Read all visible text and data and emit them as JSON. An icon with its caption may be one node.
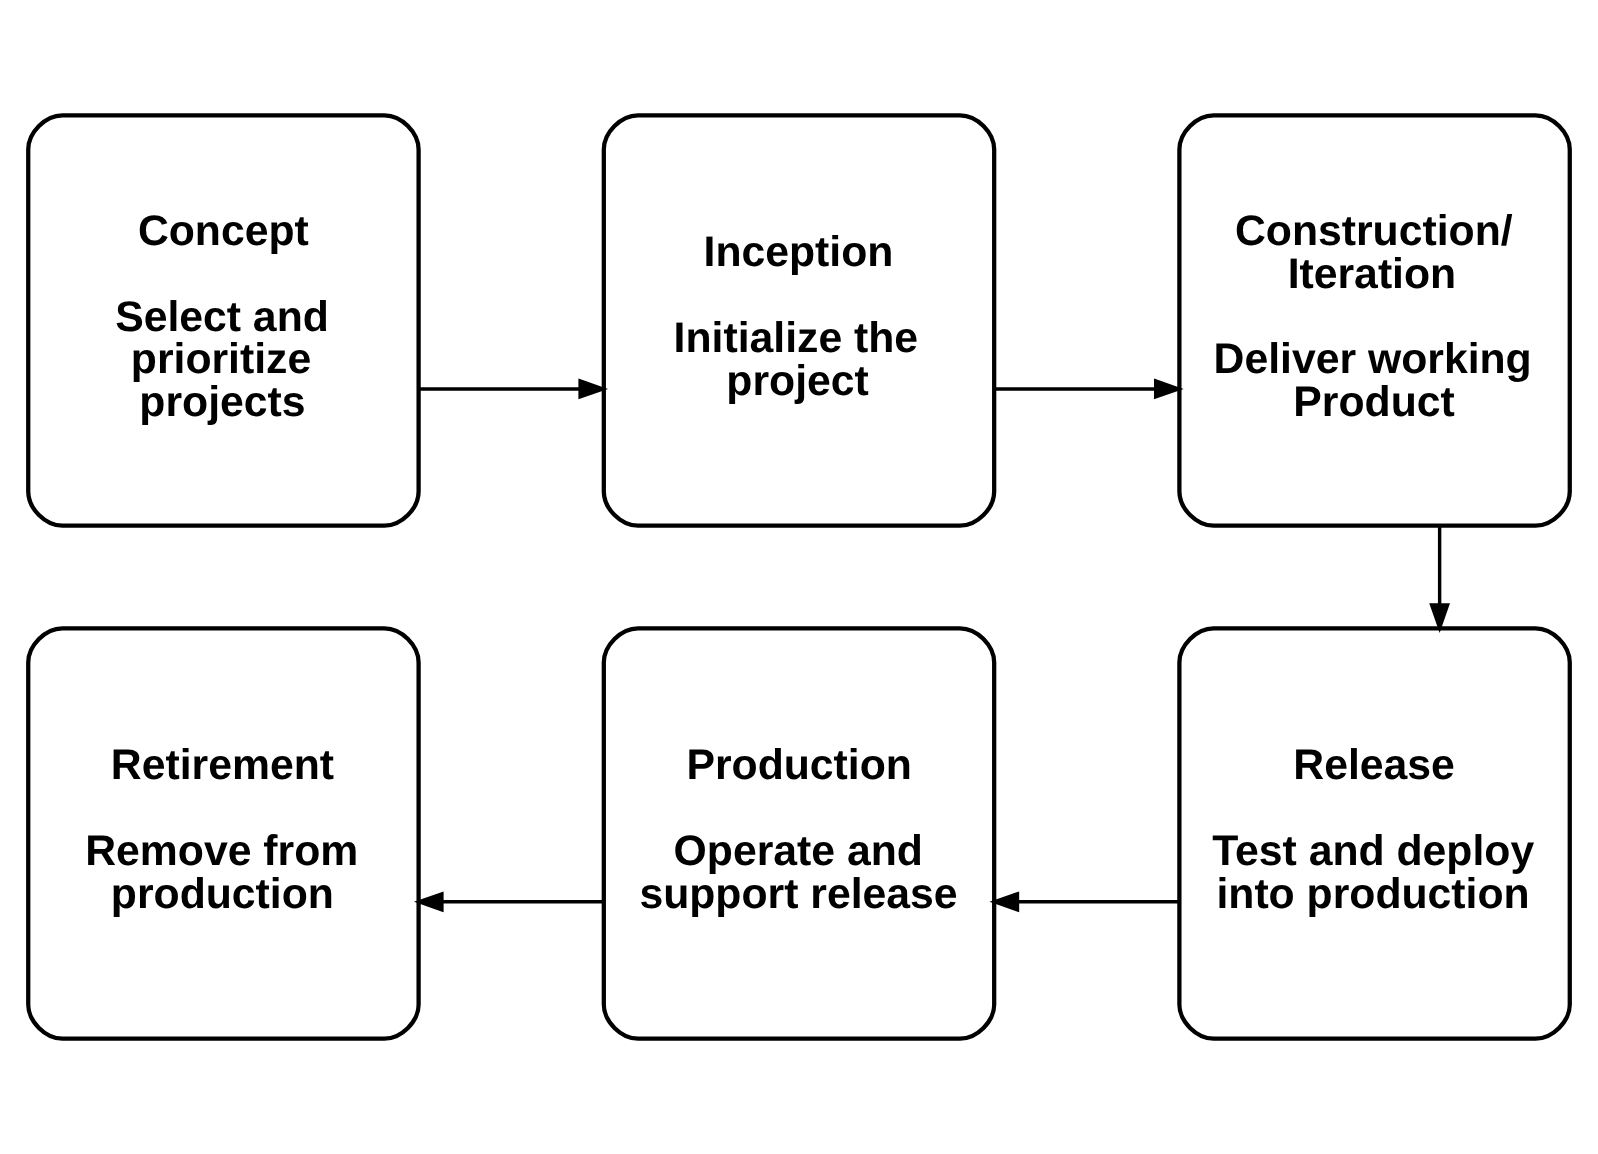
{
  "diagram": {
    "nodes": [
      {
        "text": [
          "Concept",
          "Select and prioritize projects"
        ]
      },
      {
        "text": [
          "Inception",
          "Initialize the project"
        ]
      },
      {
        "text": [
          "Construction/ Iteration",
          "Deliver working Product"
        ]
      },
      {
        "text": [
          "Retirement",
          "Remove from production"
        ]
      },
      {
        "text": [
          "Production",
          "Operate and support release"
        ]
      },
      {
        "text": [
          "Release",
          "Test and deploy into production"
        ]
      }
    ],
    "edges": [
      {
        "from": 0,
        "to": 1,
        "arrow": "to"
      },
      {
        "from": 1,
        "to": 2,
        "arrow": "to"
      },
      {
        "from": 2,
        "to": 5,
        "arrow": "to"
      },
      {
        "from": 5,
        "to": 4,
        "arrow": "to"
      },
      {
        "from": 4,
        "to": 3,
        "arrow": "to"
      }
    ]
  }
}
